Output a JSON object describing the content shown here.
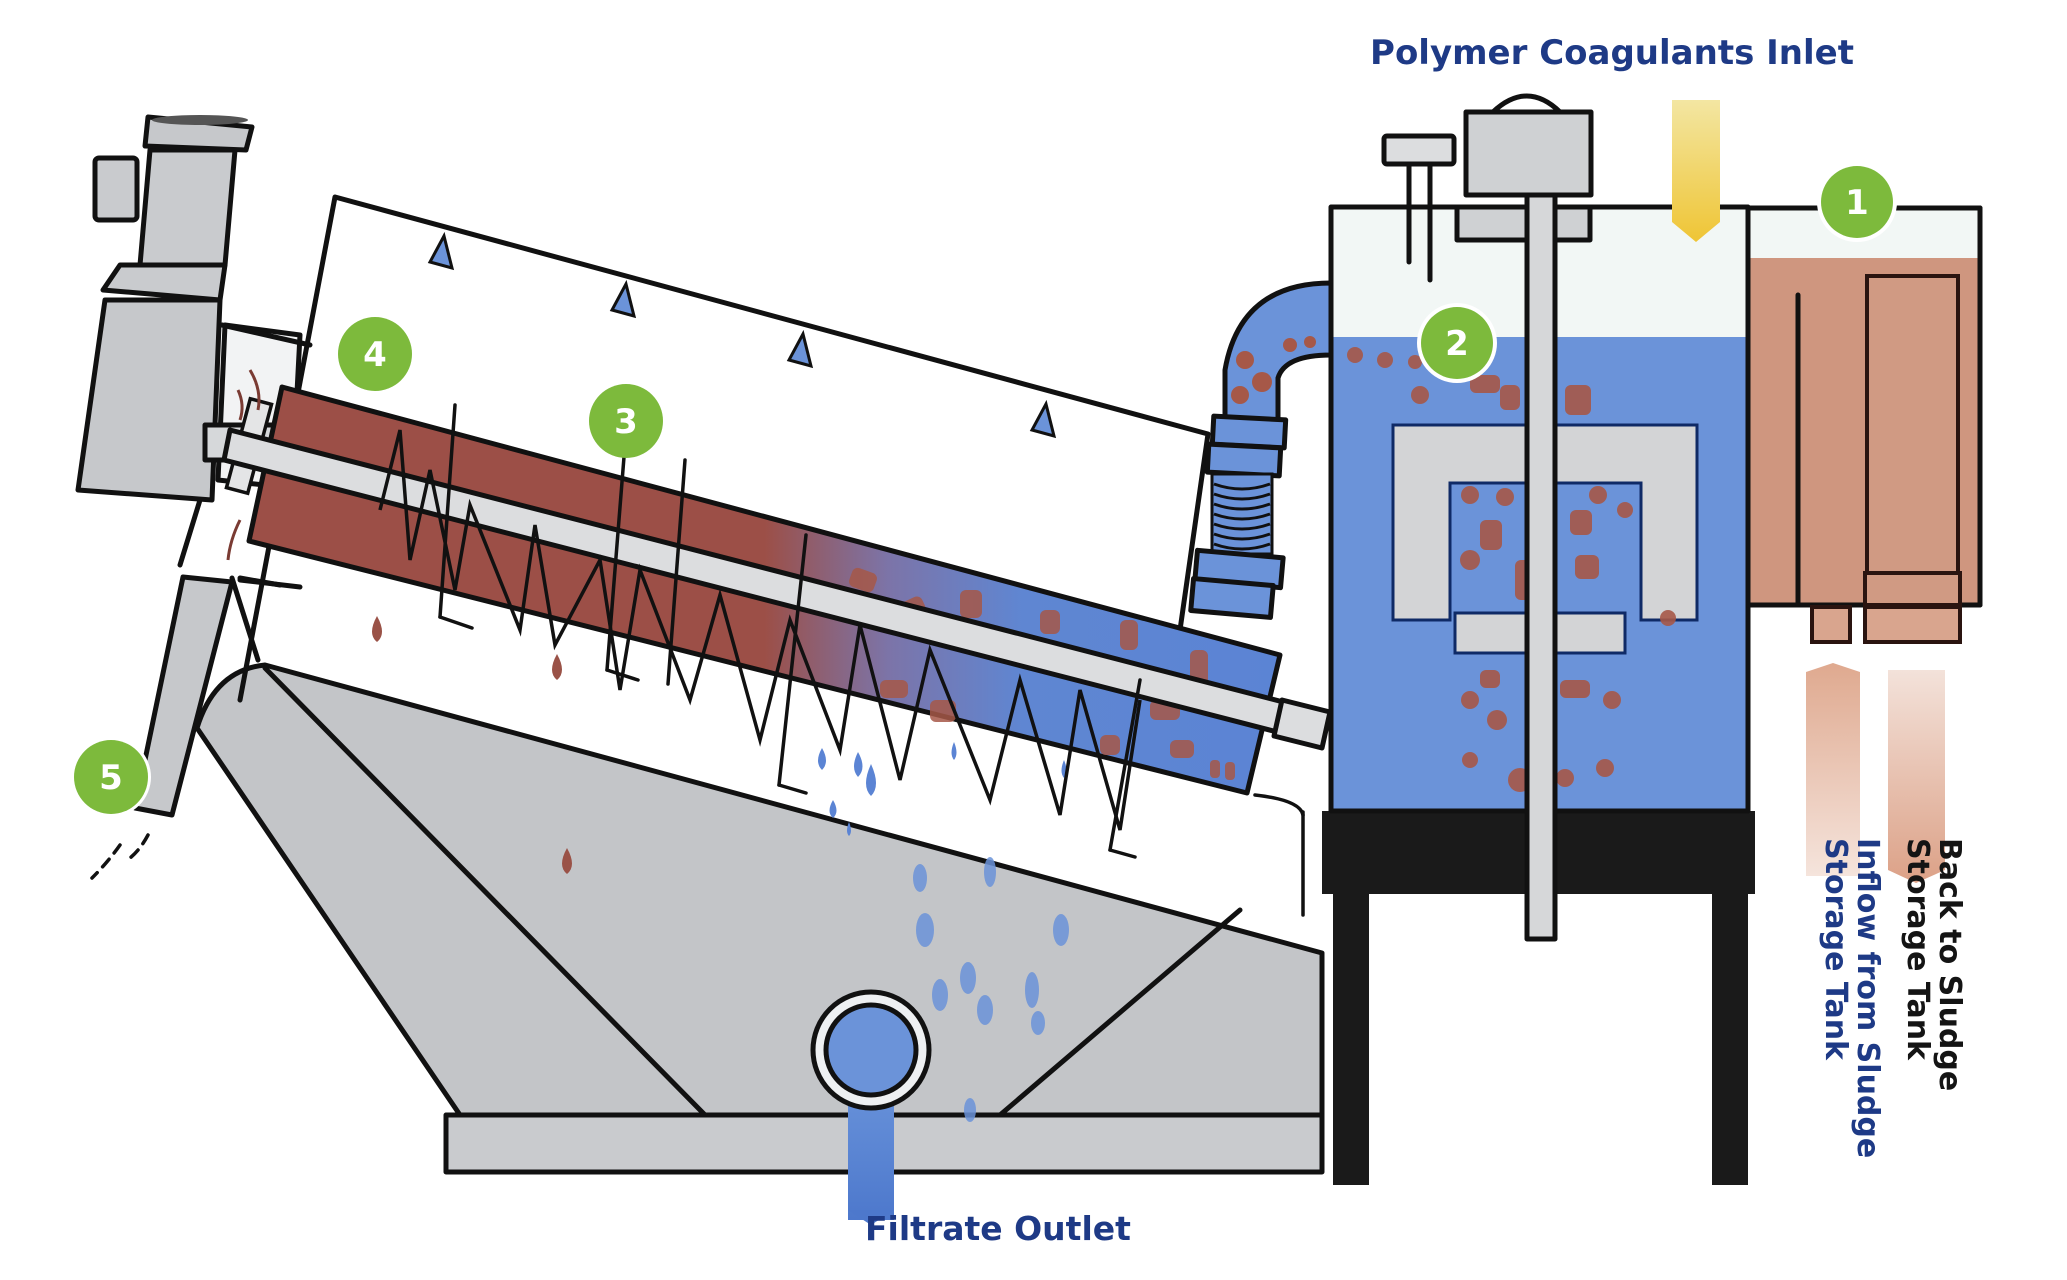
{
  "title": "Screw Press Sludge Dewatering Process",
  "labels": {
    "polymer_inlet": "Polymer Coagulants Inlet",
    "filtrate_outlet": "Filtrate Outlet",
    "back_to_sludge_line1": "Back to Sludge",
    "back_to_sludge_line2": "Storage Tank",
    "inflow_line1": "Inflow from Sludge",
    "inflow_line2": "Storage Tank"
  },
  "badges": [
    {
      "number": "1",
      "component": "sludge-inflow-chamber"
    },
    {
      "number": "2",
      "component": "flocculation-mixing-tank"
    },
    {
      "number": "3",
      "component": "screw-shaft-thickening-zone"
    },
    {
      "number": "4",
      "component": "dewatering-zone"
    },
    {
      "number": "5",
      "component": "sludge-cake-discharge"
    }
  ],
  "colors": {
    "label_blue": "#1e3a86",
    "badge_green": "#7dba3c",
    "water_blue": "#6b93d9",
    "sludge_brown": "#a0534a",
    "inflow_peach": "#d4a08a",
    "polymer_yellow": "#f0c840",
    "steel_gray": "#c4c6c9",
    "stand_black": "#1a1a1a"
  },
  "components": {
    "motor": "drive-motor",
    "drum": "screw-press-drum",
    "spray_nozzles": 4,
    "collection_basin": "filtrate-collection-tray",
    "mixer": "agitator-motor",
    "probe": "level-probe",
    "hose": "flexible-connection-hose",
    "stand": "tank-stand"
  }
}
